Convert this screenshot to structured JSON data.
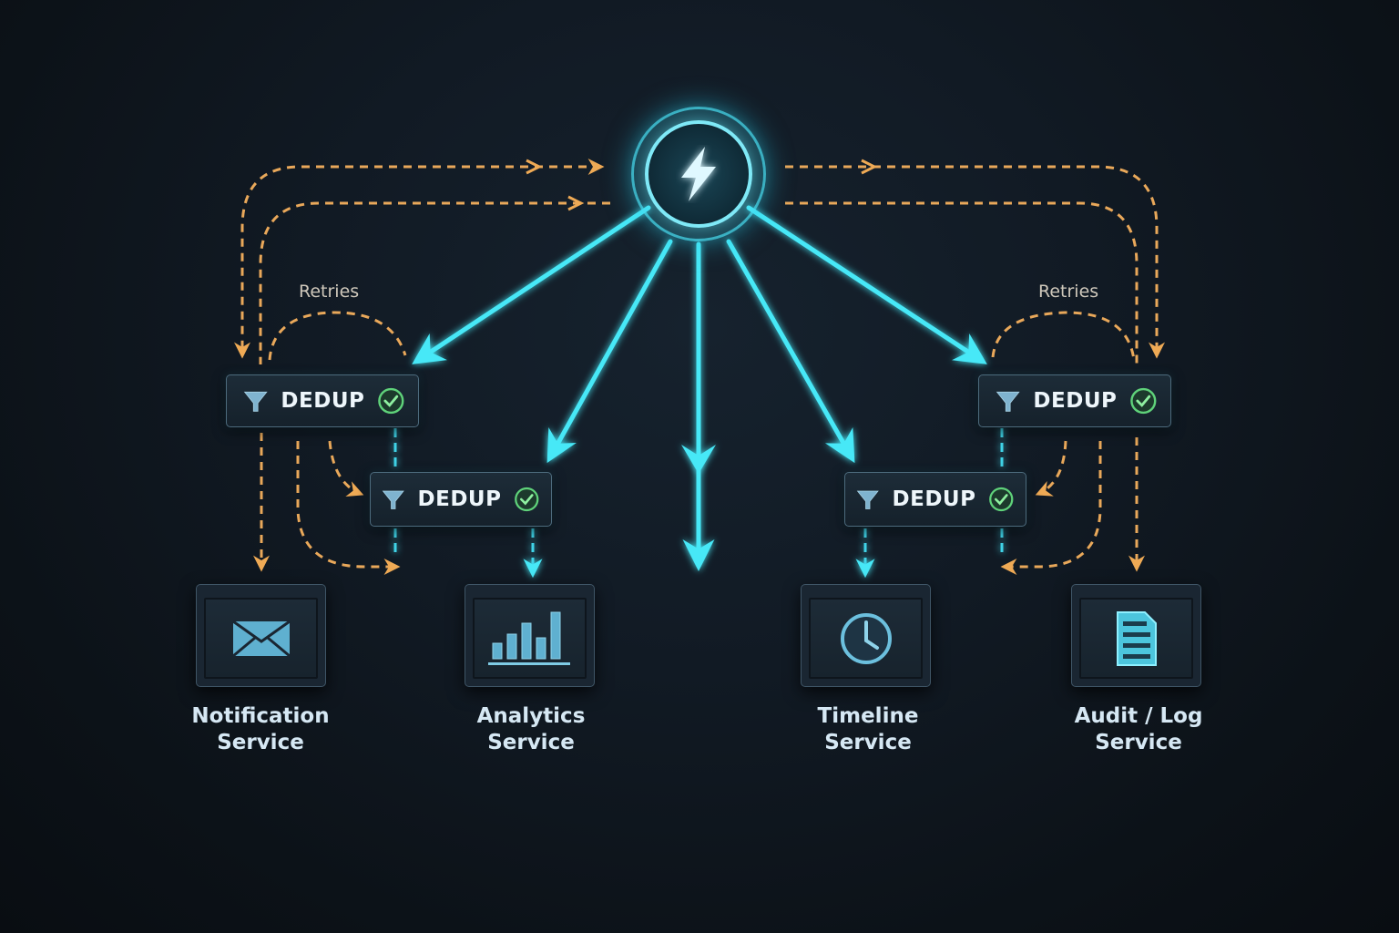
{
  "hub": {
    "icon": "lightning-bolt-icon"
  },
  "dedup": {
    "label": "DEDUP",
    "icon": "funnel-icon",
    "status_icon": "check-circle-icon"
  },
  "retries_label": "Retries",
  "services": [
    {
      "line1": "Notification",
      "line2": "Service",
      "icon": "envelope-icon"
    },
    {
      "line1": "Analytics",
      "line2": "Service",
      "icon": "bar-chart-icon"
    },
    {
      "line1": "Timeline",
      "line2": "Service",
      "icon": "clock-icon"
    },
    {
      "line1": "Audit / Log",
      "line2": "Service",
      "icon": "document-icon"
    }
  ],
  "colors": {
    "flow": "#3fe6f5",
    "retry": "#e9a85a",
    "check": "#5fd27a",
    "background": "#0f1720"
  }
}
